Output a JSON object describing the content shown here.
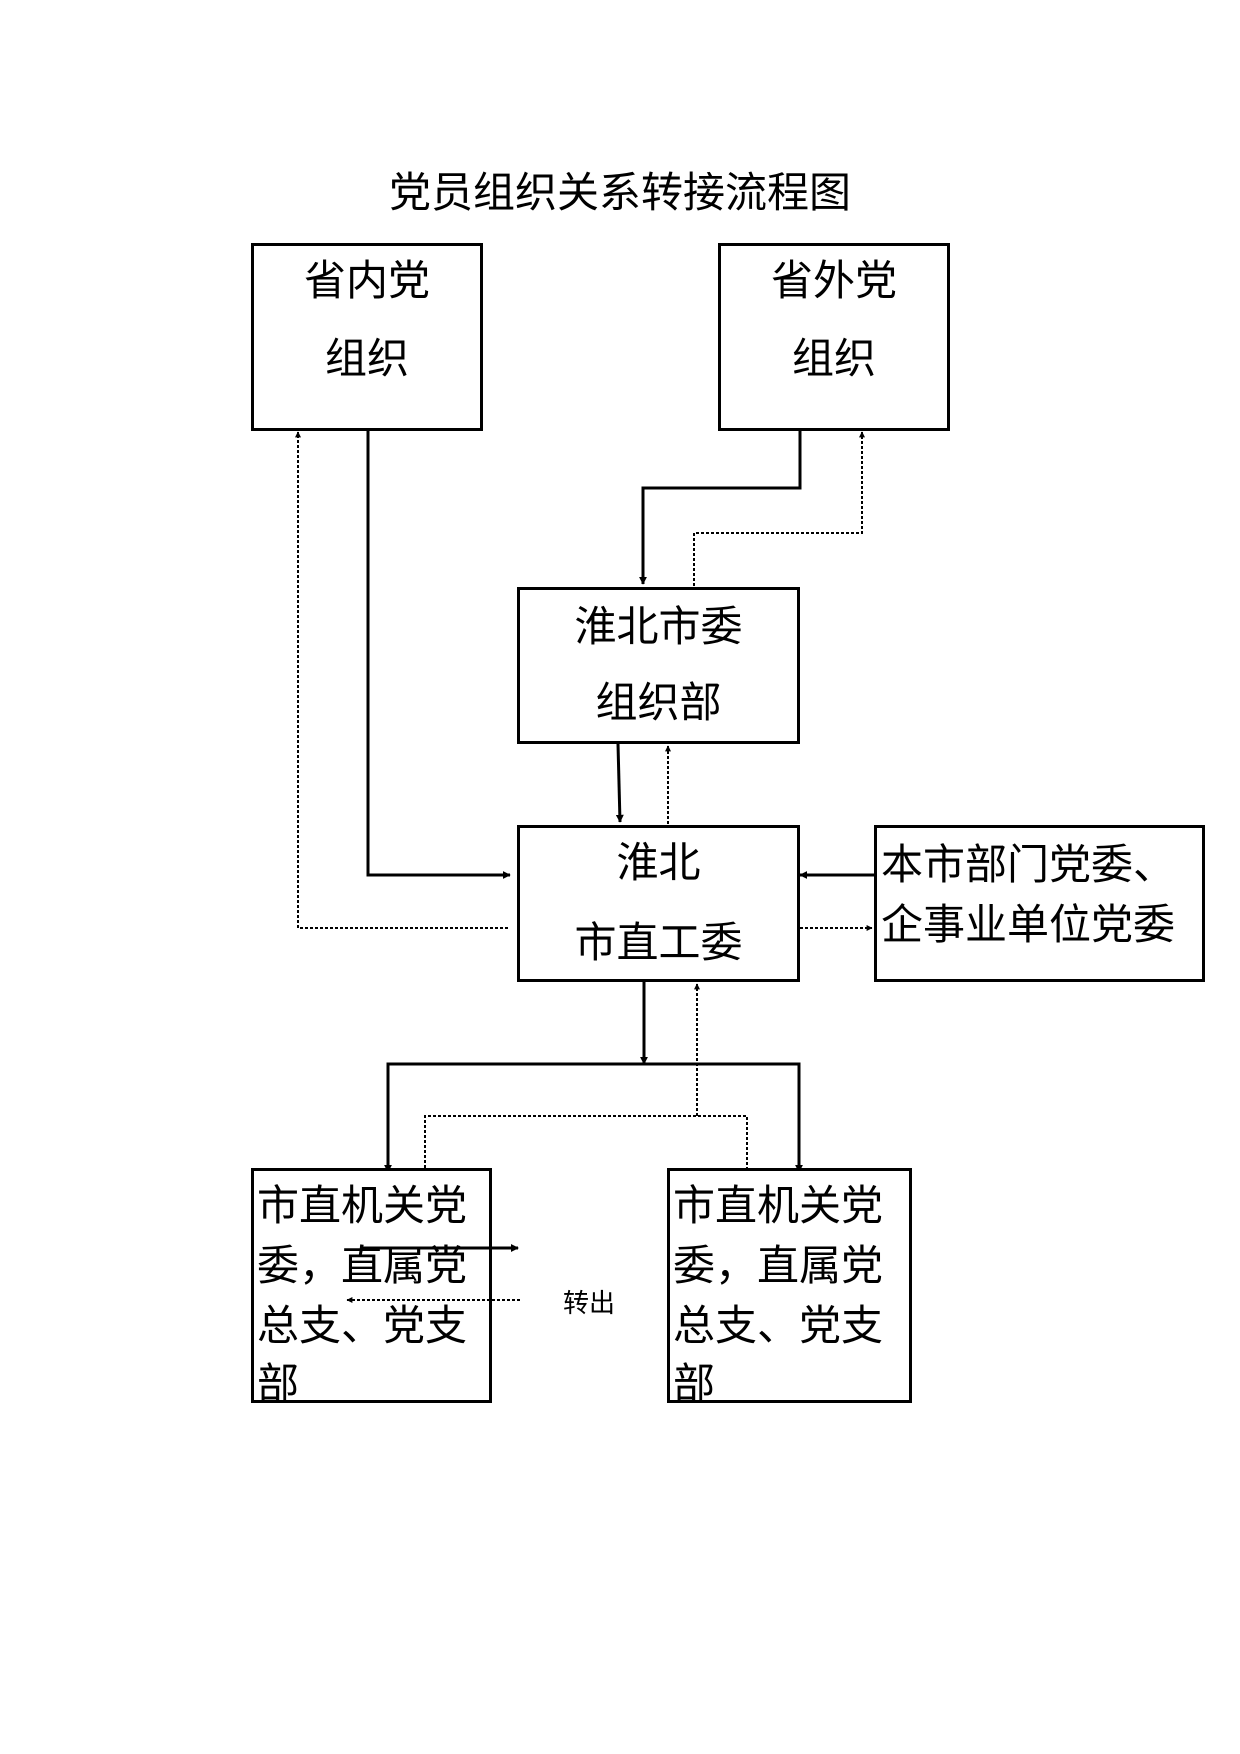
{
  "title": "党员组织关系转接流程图",
  "boxes": {
    "province_in": [
      "省内党",
      "组织"
    ],
    "province_out": [
      "省外党",
      "组织"
    ],
    "city_org": [
      "淮北市委",
      "组织部"
    ],
    "city_work": [
      "淮北",
      "市直工委"
    ],
    "city_dept": [
      "本市部门党委、",
      "企事业单位党委"
    ],
    "branch_left": [
      "市直机关党",
      "委，直属党",
      "总支、党支",
      "部"
    ],
    "branch_right": [
      "市直机关党",
      "委，直属党",
      "总支、党支",
      "部"
    ]
  },
  "transfer_label": "转出"
}
